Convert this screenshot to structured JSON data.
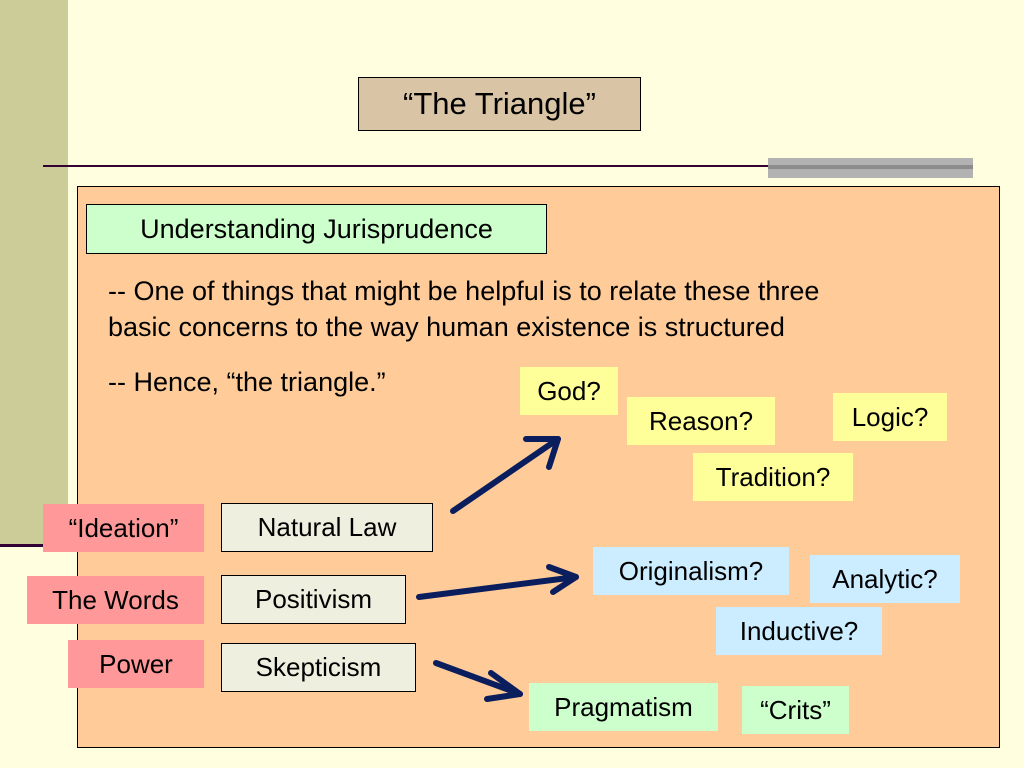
{
  "title": "“The Triangle”",
  "subtitle": "Understanding Jurisprudence",
  "paragraphs": [
    "-- One of things that might be helpful is to relate these three",
    "basic concerns to the way human existence is structured",
    "-- Hence, “the triangle.”"
  ],
  "rows": [
    {
      "category": "“Ideation”",
      "theory": "Natural Law"
    },
    {
      "category": "The Words",
      "theory": "Positivism"
    },
    {
      "category": "Power",
      "theory": "Skepticism"
    }
  ],
  "branches": {
    "natural_law": [
      "God?",
      "Reason?",
      "Logic?",
      "Tradition?"
    ],
    "positivism": [
      "Originalism?",
      "Analytic?",
      "Inductive?"
    ],
    "skepticism": [
      "Pragmatism",
      "“Crits”"
    ]
  },
  "colors": {
    "background": "#ffffe0",
    "panel": "#ffcc99",
    "title_box": "#d9c4a6",
    "subtitle_box": "#ccffcc",
    "yellow_label": "#ffff99",
    "blue_label": "#ccecff",
    "green_label": "#ccffcc",
    "pink_label": "#ff9999",
    "arrow": "#0a1e5e"
  }
}
